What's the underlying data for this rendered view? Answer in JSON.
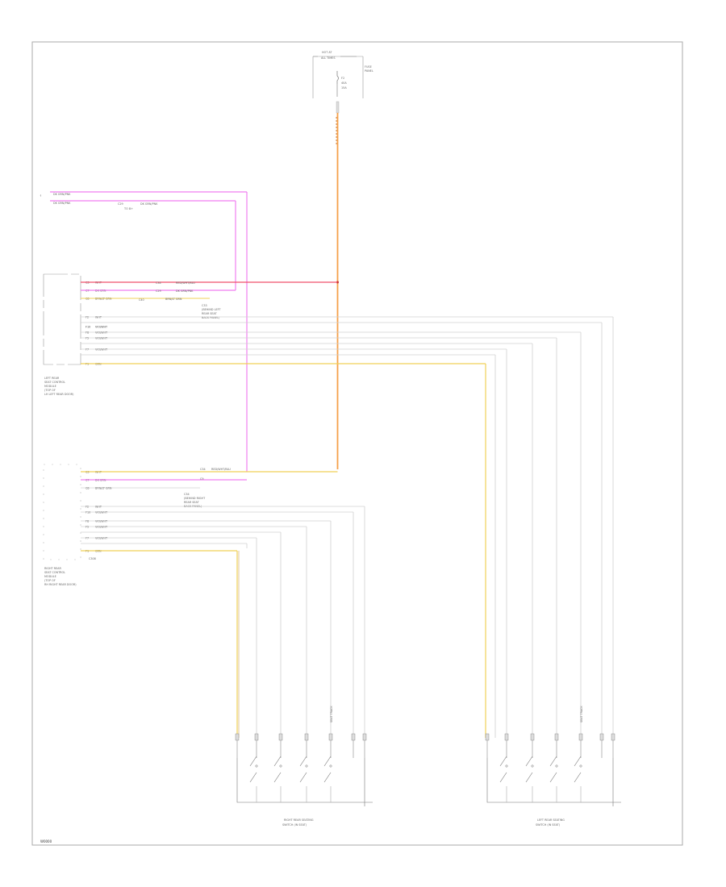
{
  "diagram": {
    "corner_label": "W0000",
    "fuse_box": {
      "title_line1": "HOT AT",
      "title_line2": "ALL TIMES",
      "fuse_label": "FUSE",
      "fuse_line2": "PANEL",
      "fuse_value_1": "F2",
      "fuse_value_2": "40A",
      "fuse_value_3": "15A"
    },
    "top_wire": {
      "color1": "DK GRN/PNK",
      "color2": "DK GRN/PNK",
      "ref": "C29",
      "ref_color": "DK GRN/PNK",
      "ref_label": "TO B+"
    },
    "upper_module": {
      "name_lines": [
        "LEFT REAR",
        "SEAT CONTROL",
        "MODULE",
        "(TOP OF",
        "LH LEFT REAR DOOR)"
      ],
      "pins": [
        {
          "num": "C3",
          "color": "WHT"
        },
        {
          "num": "C7",
          "color": "DK GRN"
        },
        {
          "num": "C8",
          "color": "BRN/LT GRN"
        },
        {
          "num": "F2",
          "color": "WHT"
        },
        {
          "num": "F10",
          "color": "VIO/WHT"
        },
        {
          "num": "F8",
          "color": "VIO/WHT"
        },
        {
          "num": "F5",
          "color": "VIO/WHT"
        },
        {
          "num": "F7",
          "color": "VIO/WHT"
        },
        {
          "num": "F1",
          "color": "GRN"
        }
      ],
      "splice1": "C34",
      "splice1_color": "RED/WHT/BLU",
      "splice2": "C29",
      "splice2_color": "DK GRN/PNK",
      "splice3": "C40",
      "splice3_color": "BRN/LT GRN",
      "note_lines": [
        "C33",
        "(BEHIND LEFT",
        "REAR SEAT",
        "BACK PANEL)"
      ]
    },
    "lower_module": {
      "name_lines": [
        "RIGHT REAR",
        "SEAT CONTROL",
        "MODULE",
        "(TOP OF",
        "RH RIGHT REAR DOOR)"
      ],
      "pins": [
        {
          "num": "C3",
          "color": "WHT"
        },
        {
          "num": "C7",
          "color": "DK GRN"
        },
        {
          "num": "C8",
          "color": "BRN/LT GRN"
        },
        {
          "num": "F2",
          "color": "WHT"
        },
        {
          "num": "F10",
          "color": "VIO/WHT"
        },
        {
          "num": "F8",
          "color": "VIO/WHT"
        },
        {
          "num": "F5",
          "color": "VIO/WHT"
        },
        {
          "num": "F7",
          "color": "VIO/WHT"
        },
        {
          "num": "F1",
          "color": "GRN"
        }
      ],
      "splice1": "C34",
      "splice1_color": "RED/WHT/BLU",
      "splice2": "C9",
      "note_lines": [
        "C34",
        "(BEHIND RIGHT",
        "REAR SEAT",
        "BACK PANEL)"
      ],
      "bottom_ref": "C308"
    },
    "right_switch": {
      "label_line1": "RIGHT REAR SEATING",
      "label_line2": "SWITCH (IN SEAT)",
      "top_label": "SEAT TRACK"
    },
    "left_switch": {
      "label_line1": "LEFT REAR SEATING",
      "label_line2": "SWITCH (IN SEAT)",
      "top_label": "SEAT TRACK"
    },
    "colors": {
      "pink": "#f07ef0",
      "orange": "#f5a04a",
      "red": "#f0506a",
      "yellow": "#f0d058",
      "gray": "#c8c8c8",
      "dark": "#555555"
    }
  }
}
